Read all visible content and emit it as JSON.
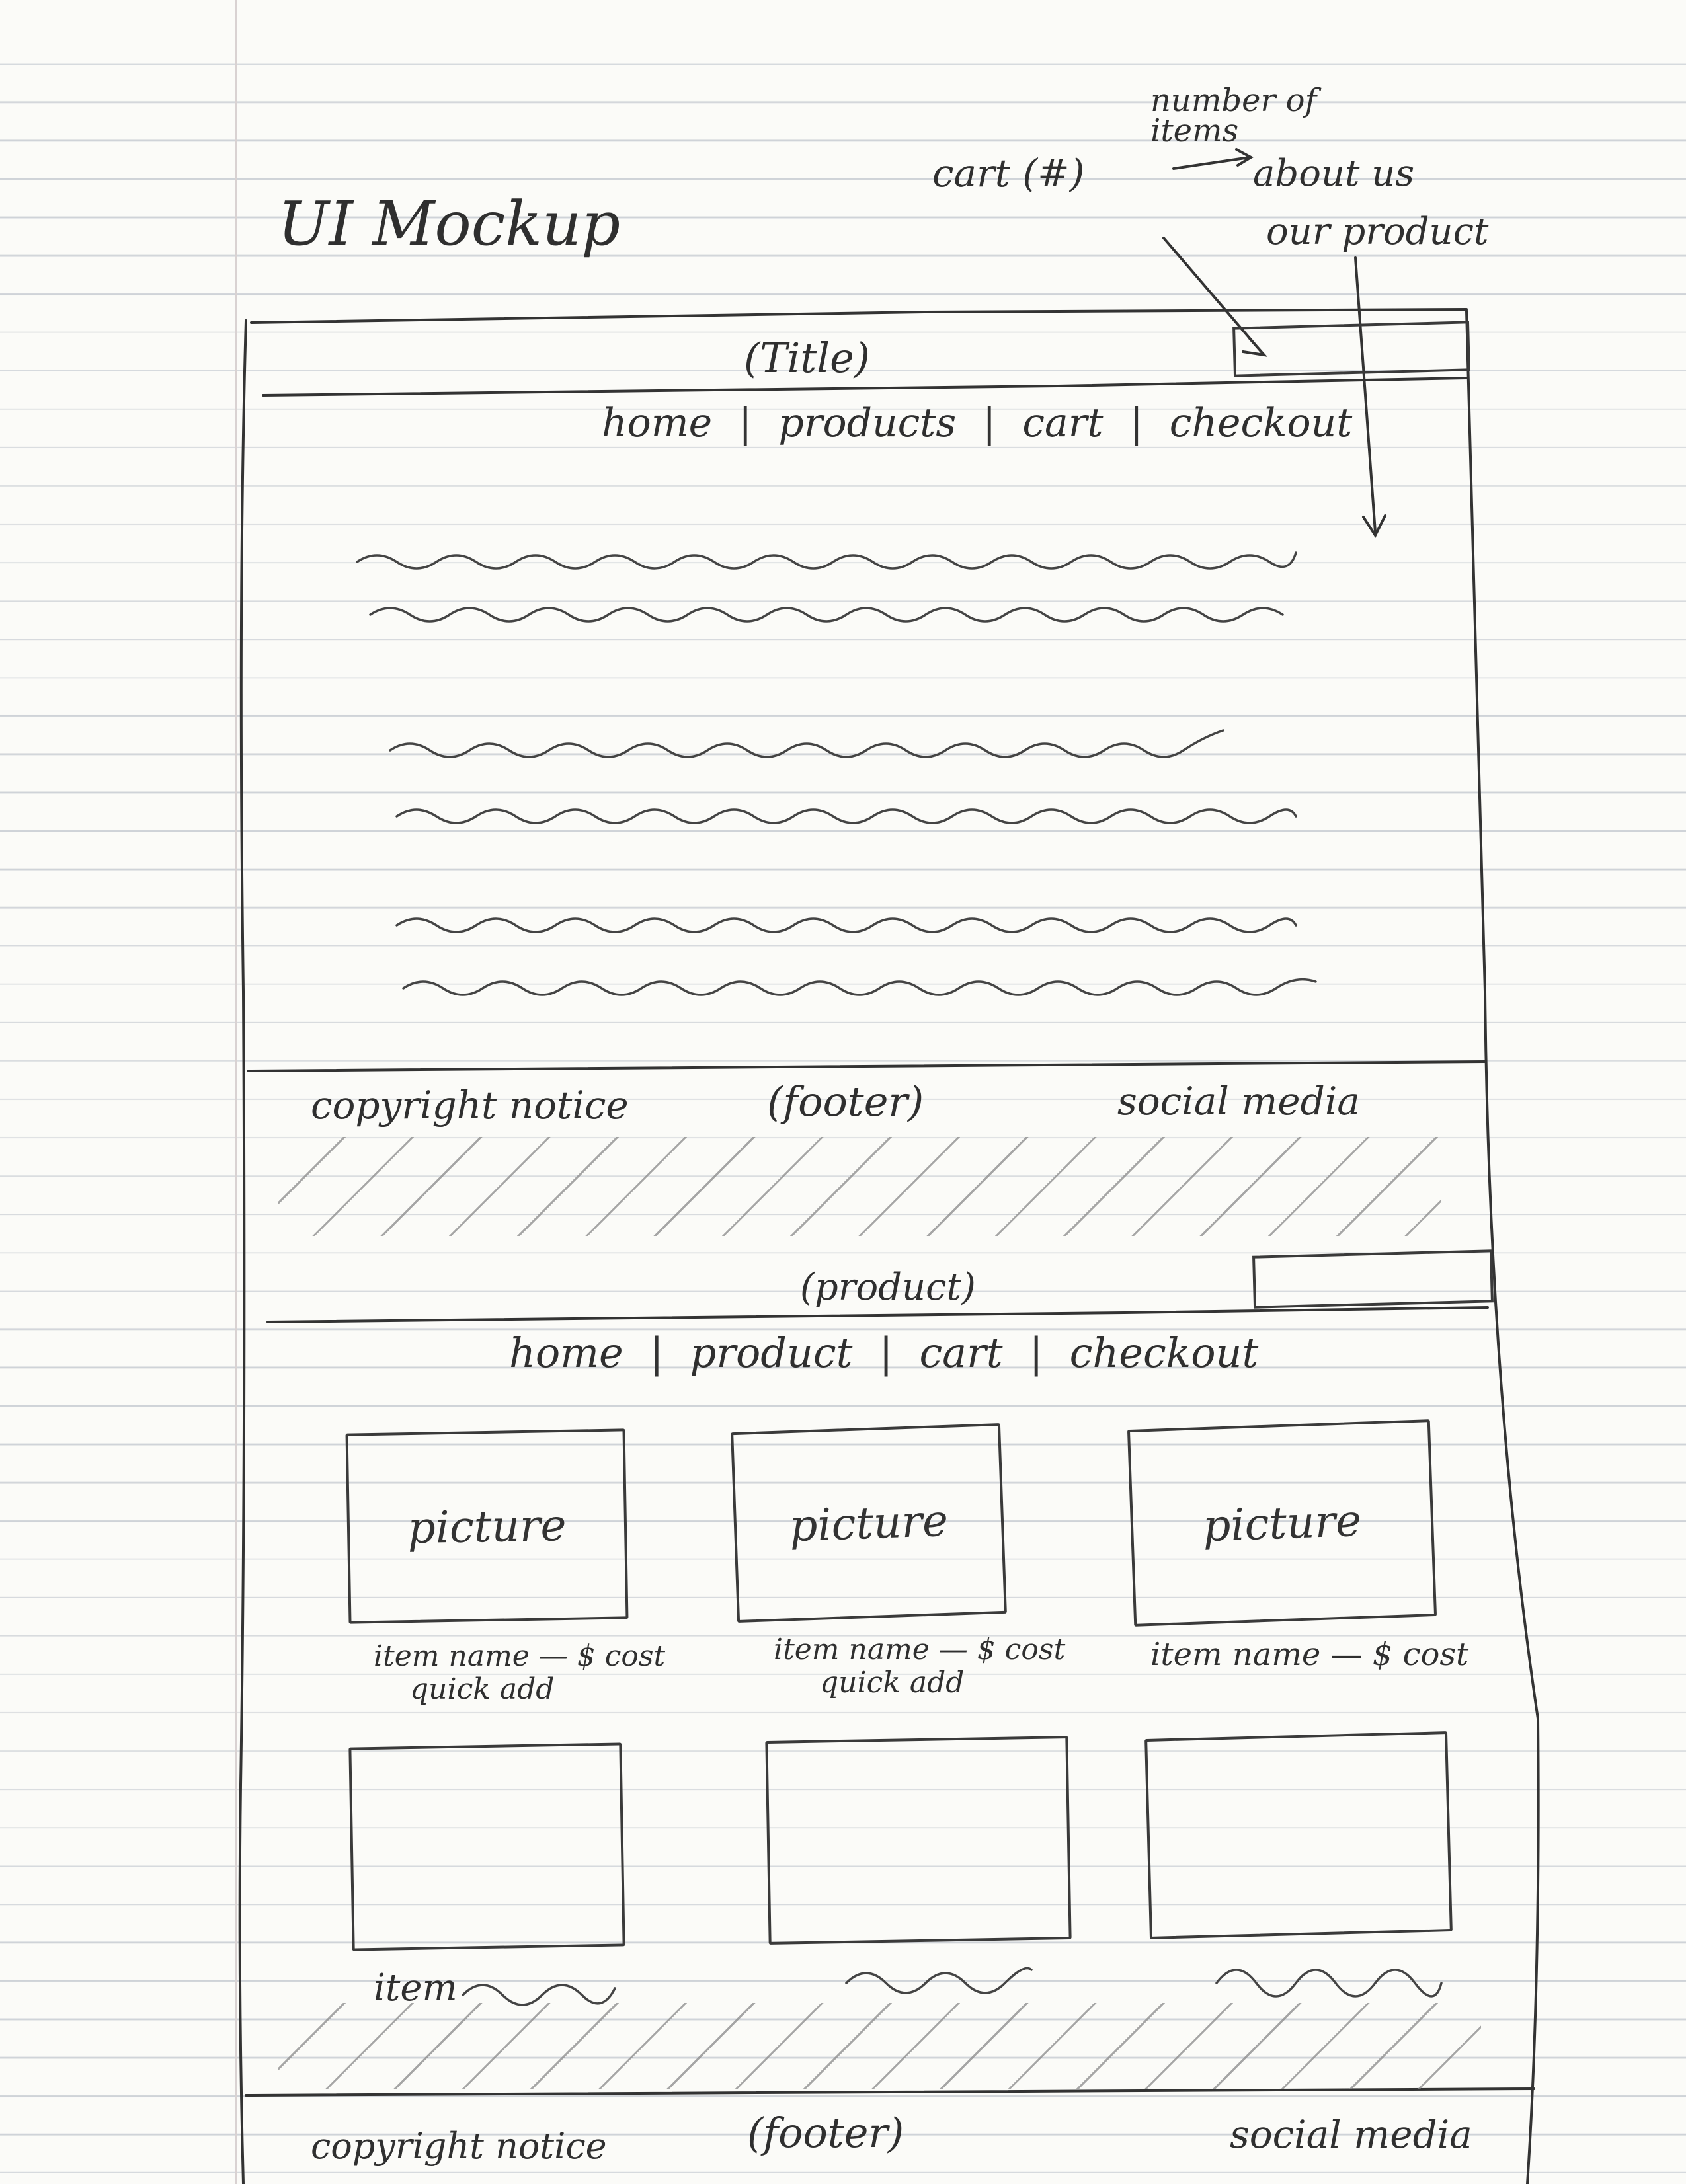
{
  "heading": "UI Mockup",
  "annotations": {
    "cart": "cart (#)",
    "cart_note": "number of items",
    "about_us": "about us",
    "our_product": "our product"
  },
  "home_page": {
    "title": "(Title)",
    "nav": [
      "home",
      "products",
      "cart",
      "checkout"
    ],
    "footer": {
      "copyright": "copyright notice",
      "label": "(footer)",
      "social": "social media"
    }
  },
  "product_page": {
    "title": "(product)",
    "nav": [
      "home",
      "product",
      "cart",
      "checkout"
    ],
    "pictures": [
      "picture",
      "picture",
      "picture"
    ],
    "captions": [
      {
        "name": "item name — $ cost",
        "action": "quick add"
      },
      {
        "name": "item name — $ cost",
        "action": "quick add"
      },
      {
        "name": "item name — $ cost",
        "action": ""
      }
    ],
    "row2_caption": "item",
    "footer": {
      "copyright": "copyright notice",
      "label": "(footer)",
      "social": "social media"
    }
  }
}
